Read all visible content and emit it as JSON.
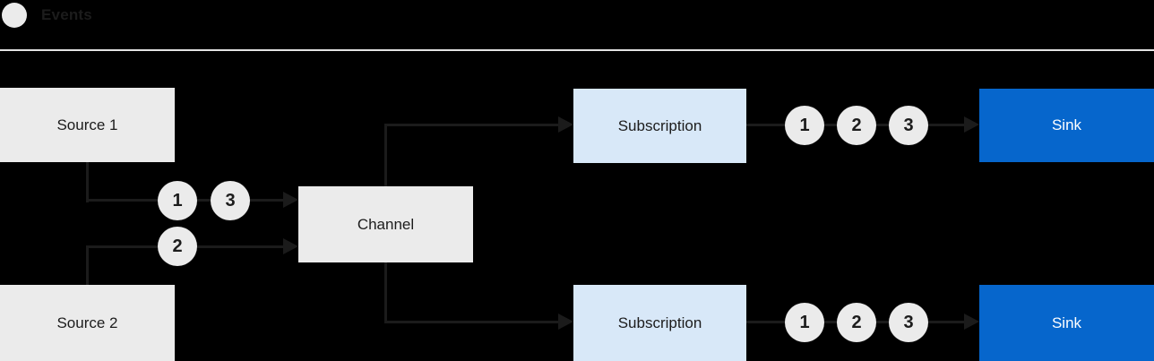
{
  "legend": {
    "label": "Events"
  },
  "colors": {
    "background": "#000000",
    "box_gray": "#EBEBEB",
    "box_light_blue": "#D8E8F8",
    "box_blue": "#0666CC",
    "line": "#1B1B1B",
    "divider": "#E2E2E2",
    "event_circle": "#EBEBEB",
    "text_dark": "#1C1C1C",
    "text_light": "#FFFFFF"
  },
  "nodes": {
    "source1": {
      "label": "Source 1"
    },
    "source2": {
      "label": "Source 2"
    },
    "channel": {
      "label": "Channel"
    },
    "subscription1": {
      "label": "Subscription"
    },
    "subscription2": {
      "label": "Subscription"
    },
    "sink1": {
      "label": "Sink"
    },
    "sink2": {
      "label": "Sink"
    }
  },
  "events": {
    "source1_to_channel": [
      "1",
      "3"
    ],
    "source2_to_channel": [
      "2"
    ],
    "subscription1_to_sink": [
      "1",
      "2",
      "3"
    ],
    "subscription2_to_sink": [
      "1",
      "2",
      "3"
    ]
  }
}
